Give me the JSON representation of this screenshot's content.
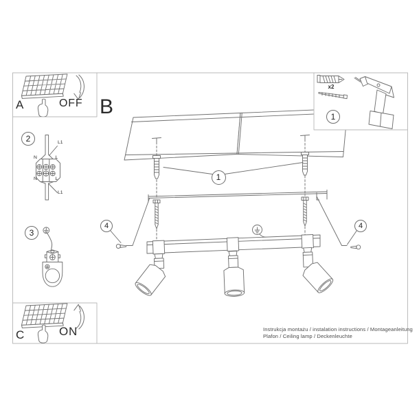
{
  "panel_a": {
    "label": "A",
    "state": "OFF"
  },
  "panel_b": {
    "label": "B"
  },
  "panel_c": {
    "label": "C",
    "state": "ON"
  },
  "kit": {
    "anchor_count": "x2"
  },
  "steps": {
    "kit_badge": "1",
    "anchor_badge": "1",
    "wiring_badge": "2",
    "ground_badge": "3",
    "fix_left_badge": "4",
    "fix_right_badge": "4"
  },
  "wiring": {
    "l1_top": "L1",
    "n_top": "N",
    "l_top": "L",
    "n_bottom": "N",
    "l_bottom": "L",
    "l1_bottom": "L1"
  },
  "footer": {
    "line1": "Instrukcja montażu / instalation instructions / Montageanleitung",
    "line2": "Plafon / Ceiling lamp / Deckenleuchte"
  },
  "icons": {
    "drill": "power-drill",
    "wall_plug": "expansion-anchor",
    "screw": "mounting-screw",
    "ground": "earth-ground-symbol",
    "switch": "light-switch",
    "hand": "pressing-hand",
    "arrow_down": "curved-arrow-down",
    "arrow_up": "curved-arrow-up"
  }
}
